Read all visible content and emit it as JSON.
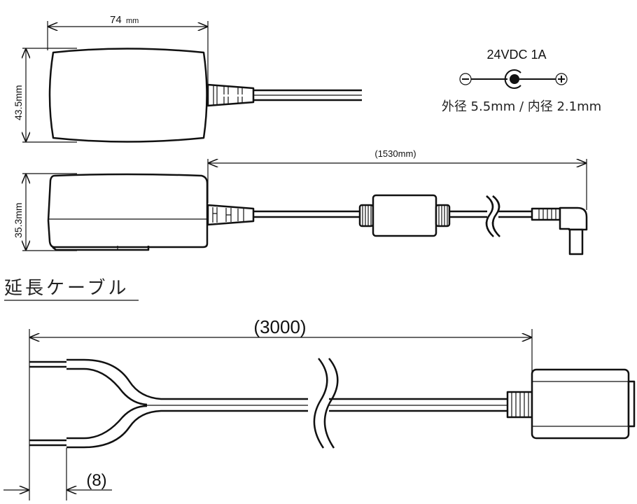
{
  "top_view": {
    "width_label": "74",
    "width_unit": "mm",
    "height_label": "43.5mm"
  },
  "side_view": {
    "height_label": "35.3mm",
    "cable_length_label": "(1530mm)"
  },
  "spec": {
    "output": "24VDC  1A",
    "polarity_minus": "−",
    "polarity_plus": "+",
    "plug_size": "外径 5.5mm / 内径 2.1mm"
  },
  "extension": {
    "title": "延長ケーブル",
    "length_label": "(3000)",
    "strip_label": "(8)"
  }
}
